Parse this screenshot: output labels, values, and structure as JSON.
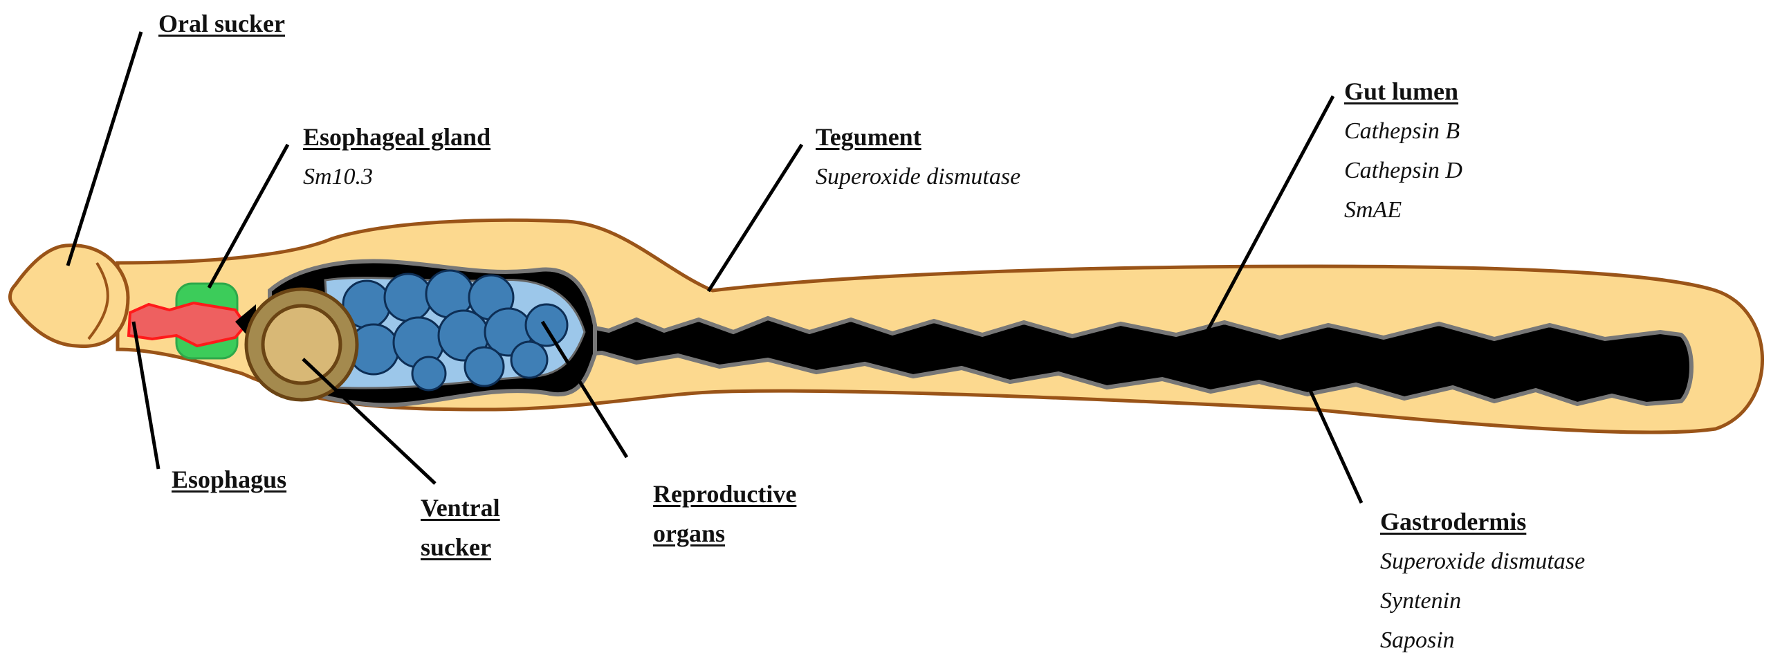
{
  "labels": {
    "oral_sucker": {
      "title": "Oral sucker"
    },
    "esophageal_gland": {
      "title": "Esophageal gland",
      "items": [
        "Sm10.3"
      ]
    },
    "tegument": {
      "title": "Tegument",
      "items": [
        "Superoxide dismutase"
      ]
    },
    "gut_lumen": {
      "title": "Gut lumen",
      "items": [
        "Cathepsin B",
        "Cathepsin D",
        "SmAE"
      ]
    },
    "esophagus": {
      "title": "Esophagus"
    },
    "ventral_sucker": {
      "title_lines": [
        "Ventral",
        "sucker"
      ]
    },
    "reproductive_organs": {
      "title_lines": [
        "Reproductive",
        "organs"
      ]
    },
    "gastrodermis": {
      "title": "Gastrodermis",
      "items": [
        "Superoxide dismutase",
        "Syntenin",
        "Saposin"
      ]
    }
  },
  "colors": {
    "body": "#fcd98f",
    "outline": "#9a5418",
    "gut": "#000000",
    "reproductive": "#3f7fb6",
    "reproductive_bg": "#9cc7ea",
    "esophageal_gland": "#3ccc5a",
    "esophagus": "#ee5a5a",
    "ventral_sucker": "#8a6a3a"
  }
}
